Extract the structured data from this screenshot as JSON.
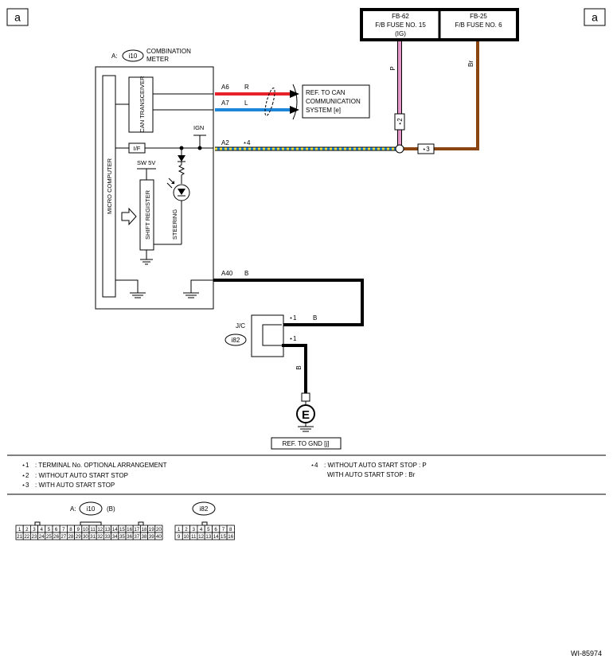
{
  "page_marks": {
    "corner_left": "a",
    "corner_right": "a"
  },
  "fuse_box": {
    "fuse_left": {
      "line1": "FB-62",
      "line2": "F/B FUSE NO. 15",
      "line3": "(IG)"
    },
    "fuse_right": {
      "line1": "FB-25",
      "line2": "F/B FUSE NO. 6"
    }
  },
  "meter": {
    "prefix": "A:",
    "connector": "i10",
    "title_line1": "COMBINATION",
    "title_line2": "METER",
    "microcomputer": "MICRO COMPUTER",
    "can_transceiver": "CAN TRANSCEIVER",
    "interface": "I/F",
    "ign": "IGN",
    "sw5v": "SW 5V",
    "shift_register": "SHIFT REGISTER",
    "steering": "STEERING"
  },
  "wires": {
    "a6_terminal": "A6",
    "a6_color": "R",
    "a7_terminal": "A7",
    "a7_color": "L",
    "a2_terminal": "A2",
    "a2_star": "⋆4",
    "a40_terminal": "A40",
    "a40_color": "B",
    "p_color": "P",
    "br_color": "Br",
    "star2": "⋆2",
    "star3": "⋆3",
    "jc_in_star": "⋆1",
    "jc_in_color": "B",
    "jc_out_star": "⋆1",
    "ground_wire_color": "B"
  },
  "colors": {
    "red": "#e8222a",
    "blue": "#1e86d8",
    "pink": "#e497c8",
    "brown": "#8b4513",
    "yellow": "#f2e23c",
    "black": "#000000"
  },
  "can_ref": {
    "line1": "REF. TO CAN",
    "line2": "COMMUNICATION",
    "line3": "SYSTEM [e]"
  },
  "junction": {
    "label": "J/C",
    "connector": "i82"
  },
  "ground": {
    "symbol": "E",
    "ref": "REF. TO GND [j]"
  },
  "notes": {
    "n1_star": "⋆1",
    "n1_text": ": TERMINAL No. OPTIONAL ARRANGEMENT",
    "n2_star": "⋆2",
    "n2_text": ": WITHOUT AUTO START STOP",
    "n3_star": "⋆3",
    "n3_text": ": WITH AUTO START STOP",
    "n4_star": "⋆4",
    "n4_line1": ": WITHOUT AUTO START STOP  : P",
    "n4_line2": "WITH AUTO START STOP  : Br"
  },
  "connector_views": {
    "i10": {
      "prefix": "A:",
      "name": "i10",
      "suffix": "(B)",
      "top_row": [
        "1",
        "2",
        "3",
        "4",
        "5",
        "6",
        "7",
        "8",
        "9",
        "10",
        "11",
        "12",
        "13",
        "14",
        "15",
        "16",
        "17",
        "18",
        "19",
        "20"
      ],
      "bottom_row": [
        "21",
        "22",
        "23",
        "24",
        "25",
        "26",
        "27",
        "28",
        "29",
        "30",
        "31",
        "32",
        "33",
        "34",
        "35",
        "36",
        "37",
        "38",
        "39",
        "40"
      ]
    },
    "i82": {
      "name": "i82",
      "top_row": [
        "1",
        "2",
        "3",
        "4",
        "5",
        "6",
        "7",
        "8"
      ],
      "bottom_row": [
        "9",
        "10",
        "11",
        "12",
        "13",
        "14",
        "15",
        "16"
      ]
    }
  },
  "figure_id": "WI-85974"
}
